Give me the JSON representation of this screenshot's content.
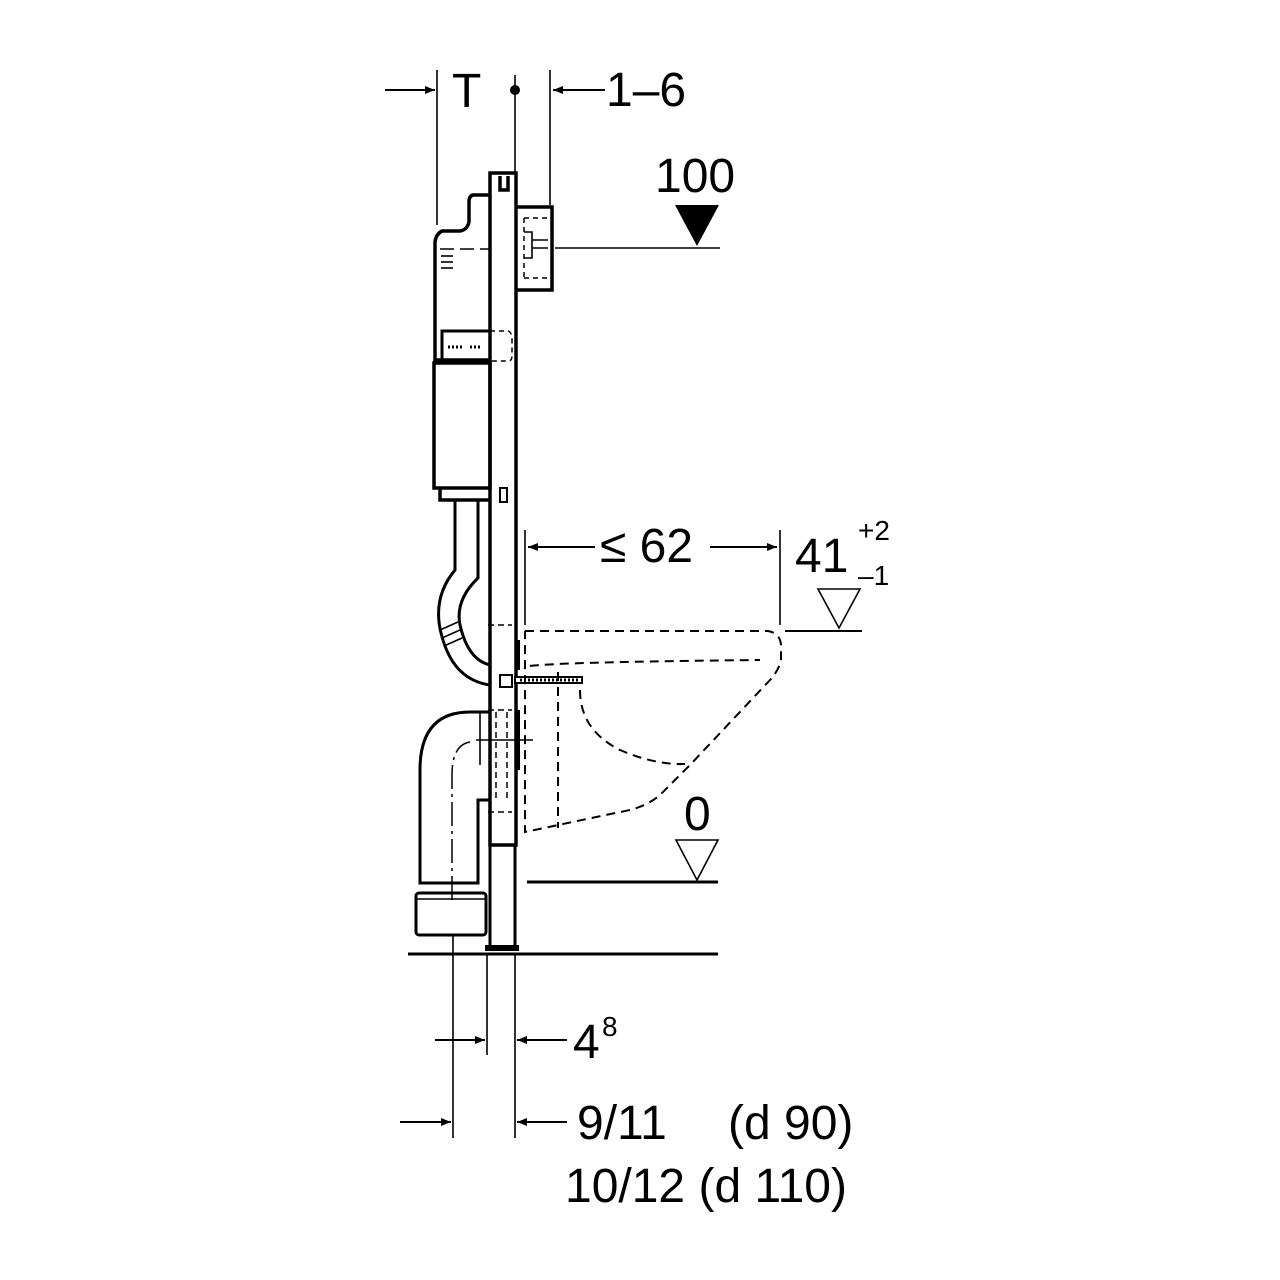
{
  "labels": {
    "depth": "T",
    "offset": "1–6",
    "actuator_height": "100",
    "bowl_projection": "≤ 62",
    "seat_height": "41",
    "seat_tol_plus": "+2",
    "seat_tol_minus": "–1",
    "floor_level": "0",
    "frame_width_base": "4",
    "frame_width_sup": "8",
    "pipe_offset_90": "9/11",
    "pipe_d90": "(d 90)",
    "pipe_offset_110": "10/12 (d 110)"
  }
}
